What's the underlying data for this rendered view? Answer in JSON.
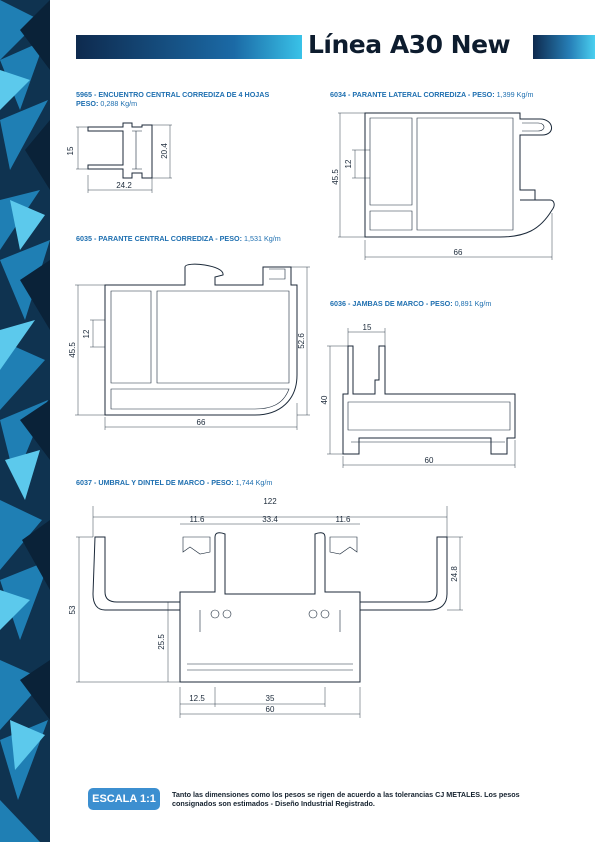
{
  "header": {
    "title": "Línea A30 New",
    "accent_color": "#1b6aa6"
  },
  "profiles": [
    {
      "code_title": "5965 - ENCUENTRO CENTRAL CORREDIZA DE 4 HOJAS",
      "weight_label": "PESO:",
      "weight_value": "0,288 Kg/m",
      "dims": [
        "15",
        "20.4",
        "24.2"
      ]
    },
    {
      "code_title": "6034 - PARANTE LATERAL CORREDIZA - PESO:",
      "weight_value": "1,399 Kg/m",
      "dims": [
        "45.5",
        "12",
        "66"
      ]
    },
    {
      "code_title": "6035 - PARANTE CENTRAL CORREDIZA - PESO:",
      "weight_value": "1,531 Kg/m",
      "dims": [
        "45.5",
        "12",
        "52.6",
        "66"
      ]
    },
    {
      "code_title": "6036 - JAMBAS DE MARCO - PESO:",
      "weight_value": "0,891 Kg/m",
      "dims": [
        "15",
        "40",
        "60"
      ]
    },
    {
      "code_title": "6037 - UMBRAL Y DINTEL DE MARCO - PESO:",
      "weight_value": "1,744 Kg/m",
      "dims": [
        "122",
        "11.6",
        "33.4",
        "11.6",
        "24.8",
        "53",
        "25.5",
        "12.5",
        "35",
        "60"
      ]
    }
  ],
  "footer": {
    "scale_label": "ESCALA 1:1",
    "note": "Tanto las dimensiones como los pesos se rigen de acuerdo a las tolerancias CJ METALES. Los pesos consignados son estimados - Diseño Industrial Registrado."
  }
}
